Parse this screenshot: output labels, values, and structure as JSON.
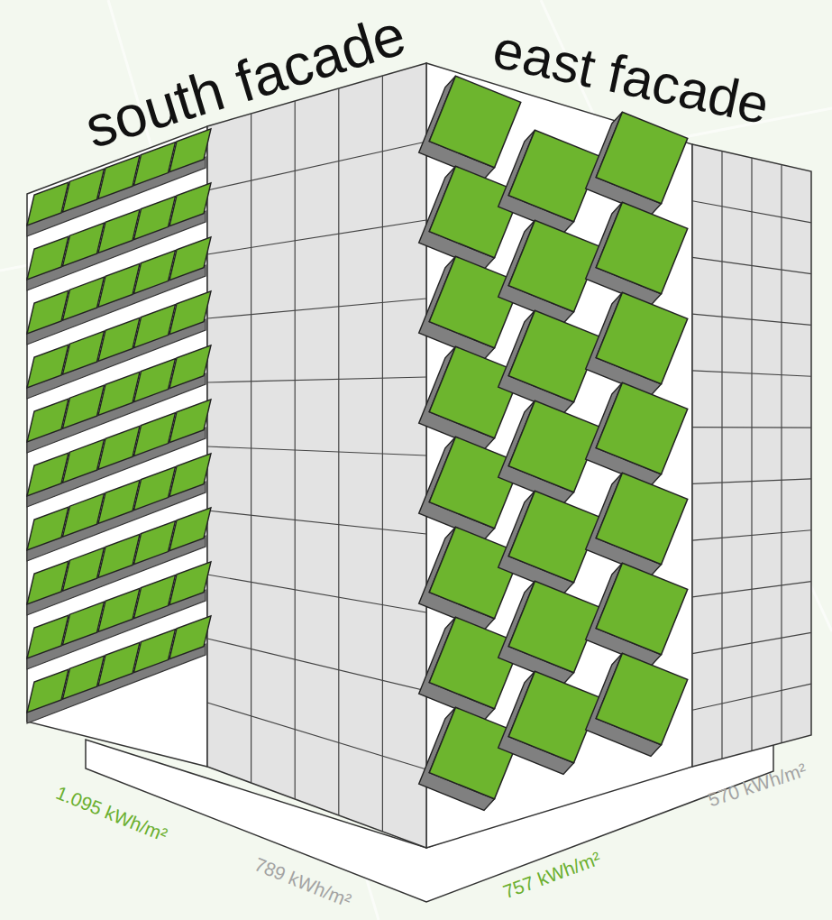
{
  "diagram": {
    "labels": [
      "south facade",
      "east facade",
      "1.095 kWh/m²",
      "789 kWh/m²",
      "757 kWh/m²",
      "570 kWh/m²"
    ]
  }
}
